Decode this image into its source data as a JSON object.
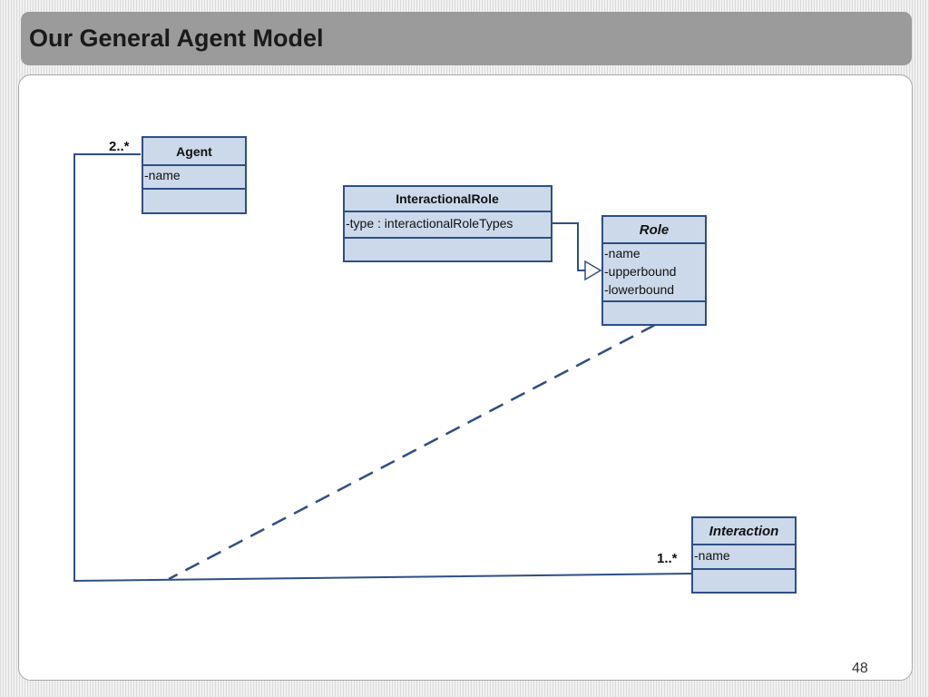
{
  "slide": {
    "title": "Our General Agent Model",
    "page_number": "48"
  },
  "classes": {
    "agent": {
      "name": "Agent",
      "attributes": [
        "-name"
      ]
    },
    "interactional_role": {
      "name": "InteractionalRole",
      "attributes": [
        "-type : interactionalRoleTypes"
      ]
    },
    "role": {
      "name": "Role",
      "attributes": [
        "-name",
        "-upperbound",
        "-lowerbound"
      ]
    },
    "interaction": {
      "name": "Interaction",
      "attributes": [
        "-name"
      ]
    }
  },
  "multiplicities": {
    "agent_end": "2..*",
    "interaction_end": "1..*"
  },
  "colors": {
    "class_fill": "#ccd9ea",
    "class_border": "#2e4f86",
    "title_bar": "#9b9b9b"
  }
}
